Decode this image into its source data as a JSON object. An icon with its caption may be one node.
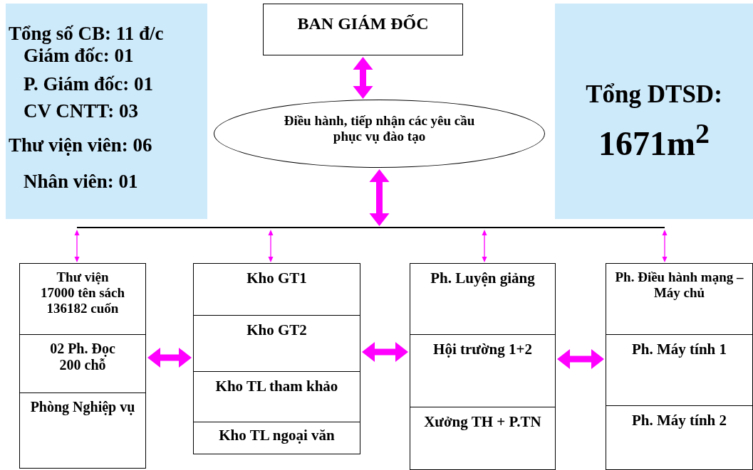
{
  "diagram": {
    "nodes": [
      {
        "text": [
          "Tổng số CB: 11 đ/c",
          "Giám đốc: 01",
          "P. Giám đốc: 01",
          "CV CNTT: 03",
          "Thư viện viên: 06",
          "Nhân viên: 01"
        ]
      },
      {
        "text": [
          "BAN GIÁM ĐỐC"
        ]
      },
      {
        "text": [
          "Tổng DTSD:",
          "1671m$^{2}$"
        ]
      },
      {
        "text": [
          "Điều hành, tiếp nhận các yêu cầu phục vụ đào tạo"
        ]
      },
      {
        "text": [],
        "shape": "bar"
      },
      {
        "text": [
          "Thư viện",
          "17000 tên sách",
          "136182 cuốn"
        ]
      },
      {
        "text": [
          "02 Ph. Đọc",
          "200 chỗ"
        ]
      },
      {
        "text": [
          "Phòng Nghiệp vụ"
        ]
      },
      {
        "text": [
          "Kho GT1"
        ]
      },
      {
        "text": [
          "Kho GT2"
        ]
      },
      {
        "text": [
          "Kho TL tham khảo"
        ]
      },
      {
        "text": [
          "Kho TL ngoại văn"
        ]
      },
      {
        "text": [
          "Ph. Luyện giảng"
        ]
      },
      {
        "text": [
          "Hội trường 1+2"
        ]
      },
      {
        "text": [
          "Xưởng TH + P.TN"
        ]
      },
      {
        "text": [
          "Ph. Điều hành mạng – Máy chủ"
        ]
      },
      {
        "text": [
          "Ph. Máy tính 1"
        ]
      },
      {
        "text": [
          "Ph. Máy tính 2"
        ]
      }
    ],
    "edges": [
      {
        "from": 1,
        "to": 3,
        "arrow": "both"
      },
      {
        "from": 3,
        "to": 4,
        "arrow": "both"
      },
      {
        "from": 4,
        "to": 5,
        "arrow": "both"
      },
      {
        "from": 4,
        "to": 8,
        "arrow": "both"
      },
      {
        "from": 4,
        "to": 12,
        "arrow": "both"
      },
      {
        "from": 4,
        "to": 15,
        "arrow": "both"
      },
      {
        "from": 6,
        "to": 9,
        "arrow": "both"
      },
      {
        "from": 9,
        "to": 13,
        "arrow": "both"
      },
      {
        "from": 13,
        "to": 16,
        "arrow": "both"
      }
    ]
  }
}
